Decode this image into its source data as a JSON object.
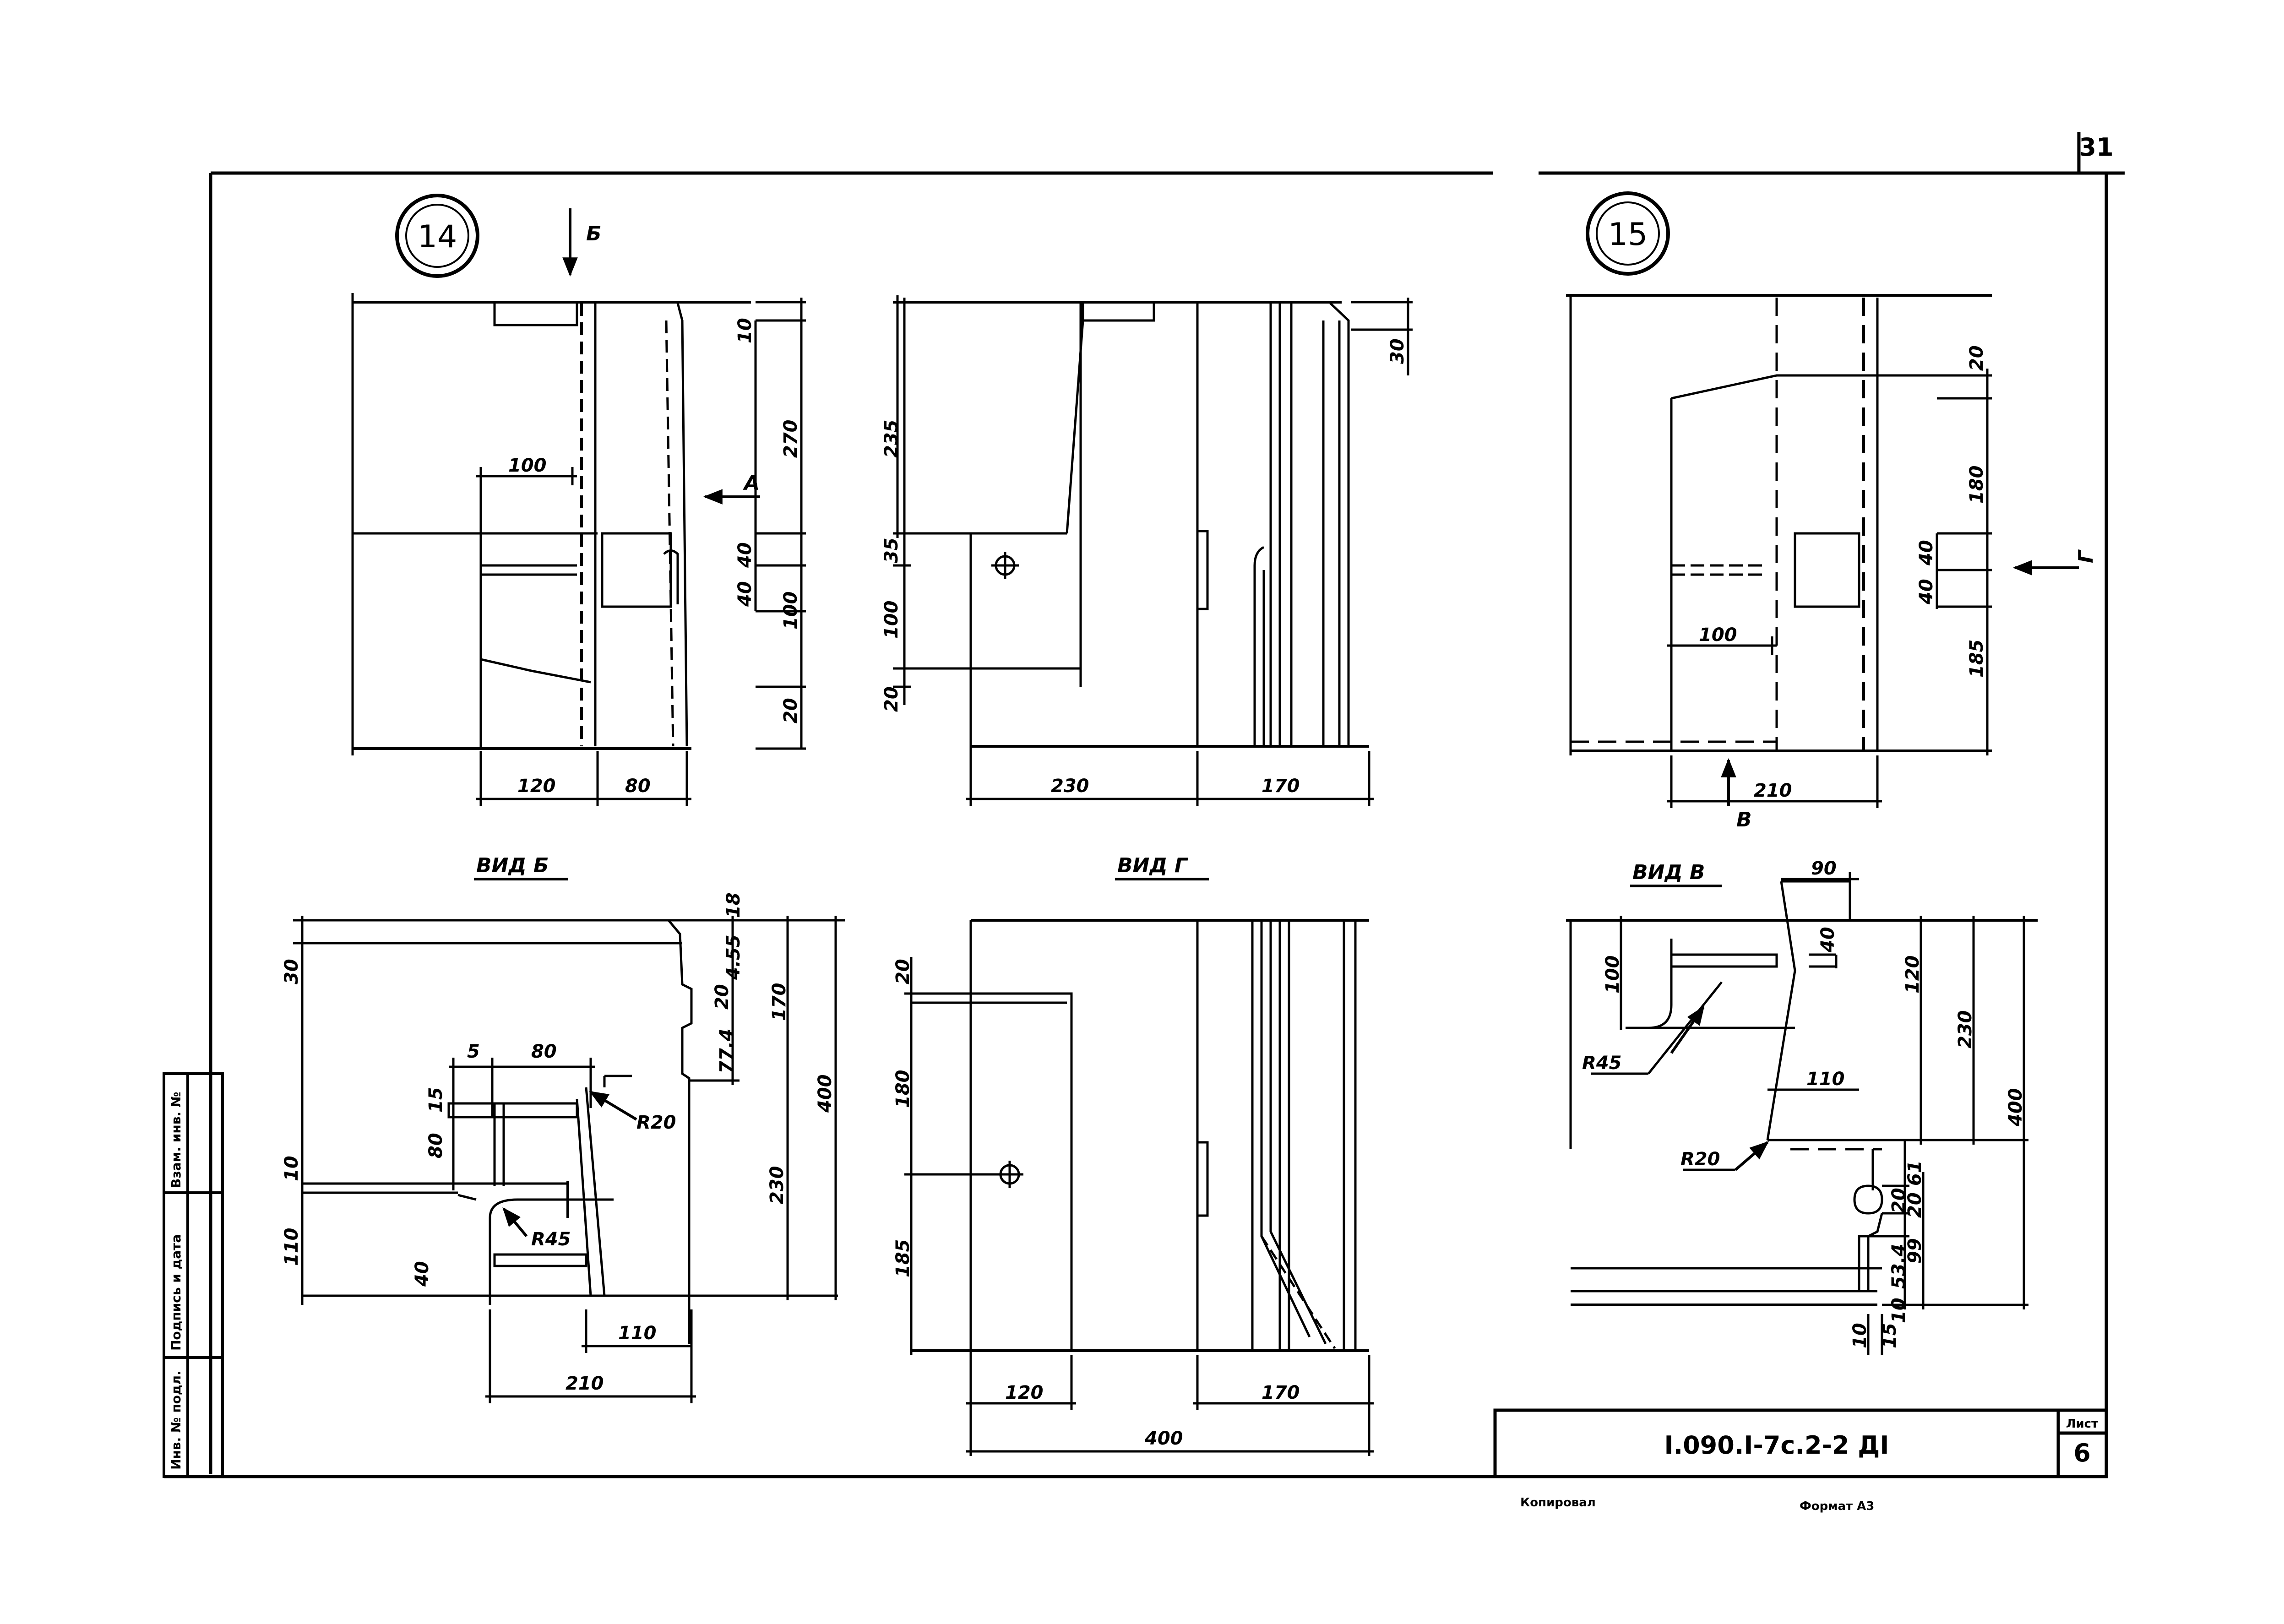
{
  "sheet": {
    "page_number": "31",
    "document_code": "I.090.I-7c.2-2 ДI",
    "sheet_label": "Лист",
    "sheet_number": "6",
    "copied": "Копировал",
    "format": "Формат А3"
  },
  "side_stamp": {
    "inv_no_podl": "Инв. № подл.",
    "signature_date": "Подпись и дата",
    "vzam_inv": "Взам. инв. №"
  },
  "detail_14": {
    "marker": "14",
    "arrow_b": "Б",
    "arrow_a": "А",
    "dims": [
      "10",
      "270",
      "100",
      "40",
      "40",
      "100",
      "20",
      "120",
      "80"
    ]
  },
  "view_a": {
    "dims": [
      "235",
      "35",
      "100",
      "20",
      "30",
      "230",
      "170"
    ]
  },
  "detail_15": {
    "marker": "15",
    "arrow_g": "Г",
    "arrow_v": "В",
    "dims": [
      "20",
      "180",
      "40",
      "40",
      "185",
      "100",
      "210"
    ]
  },
  "view_b": {
    "title": "ВИД Б",
    "dims": [
      "18",
      "30",
      "4.55",
      "20",
      "170",
      "77.4",
      "400",
      "5",
      "80",
      "15",
      "80",
      "R20",
      "10",
      "230",
      "R45",
      "110",
      "40",
      "110",
      "210"
    ]
  },
  "view_g": {
    "title": "ВИД Г",
    "dims": [
      "20",
      "180",
      "185",
      "120",
      "170",
      "400"
    ]
  },
  "view_v": {
    "title": "ВИД В",
    "dims": [
      "90",
      "40",
      "100",
      "120",
      "R45",
      "230",
      "400",
      "110",
      "R20",
      "61",
      "20",
      "20",
      "99",
      "53.4",
      "10",
      "10",
      "15"
    ]
  },
  "colors": {
    "ink": "#000000",
    "paper": "#ffffff"
  }
}
